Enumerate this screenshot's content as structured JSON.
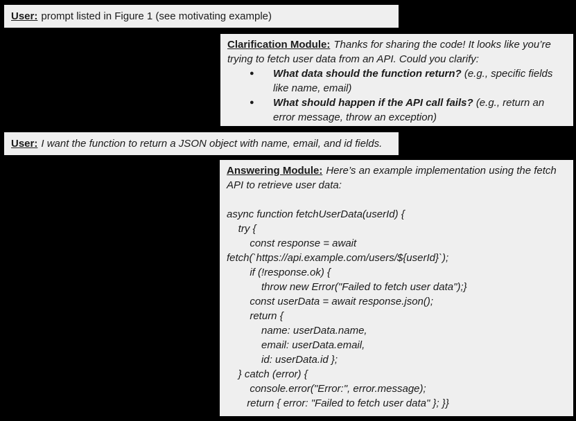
{
  "figure": {
    "background_color": "#000000",
    "bubble_color": "#efefef",
    "text_color": "#1b1b1b"
  },
  "user1": {
    "speaker": "User:",
    "text": "prompt listed in Figure 1 (see motivating example)"
  },
  "clarification": {
    "speaker": "Clarification Module:",
    "intro": "Thanks for sharing the code! It looks like you’re trying to fetch user data from an API. Could you clarify:",
    "bullet_icon": "●",
    "bullets": [
      {
        "question": "What data should the function return?",
        "hint": "(e.g., specific fields like name, email)"
      },
      {
        "question": "What should happen if the API call fails?",
        "hint": "(e.g., return an error message, throw an exception)"
      }
    ]
  },
  "user2": {
    "speaker": "User:",
    "text": "I want the function to return a JSON object with name, email, and id fields."
  },
  "answering": {
    "speaker": "Answering Module:",
    "intro": "Here’s an example implementation using the fetch API to retrieve user data:",
    "code": "async function fetchUserData(userId) {\n    try {\n        const response = await\nfetch(`https://api.example.com/users/${userId}`);\n        if (!response.ok) {\n            throw new Error(\"Failed to fetch user data\");}\n        const userData = await response.json();\n        return {\n            name: userData.name,\n            email: userData.email,\n            id: userData.id };\n    } catch (error) {\n        console.error(\"Error:\", error.message);\n       return { error: \"Failed to fetch user data\" }; }}"
  }
}
